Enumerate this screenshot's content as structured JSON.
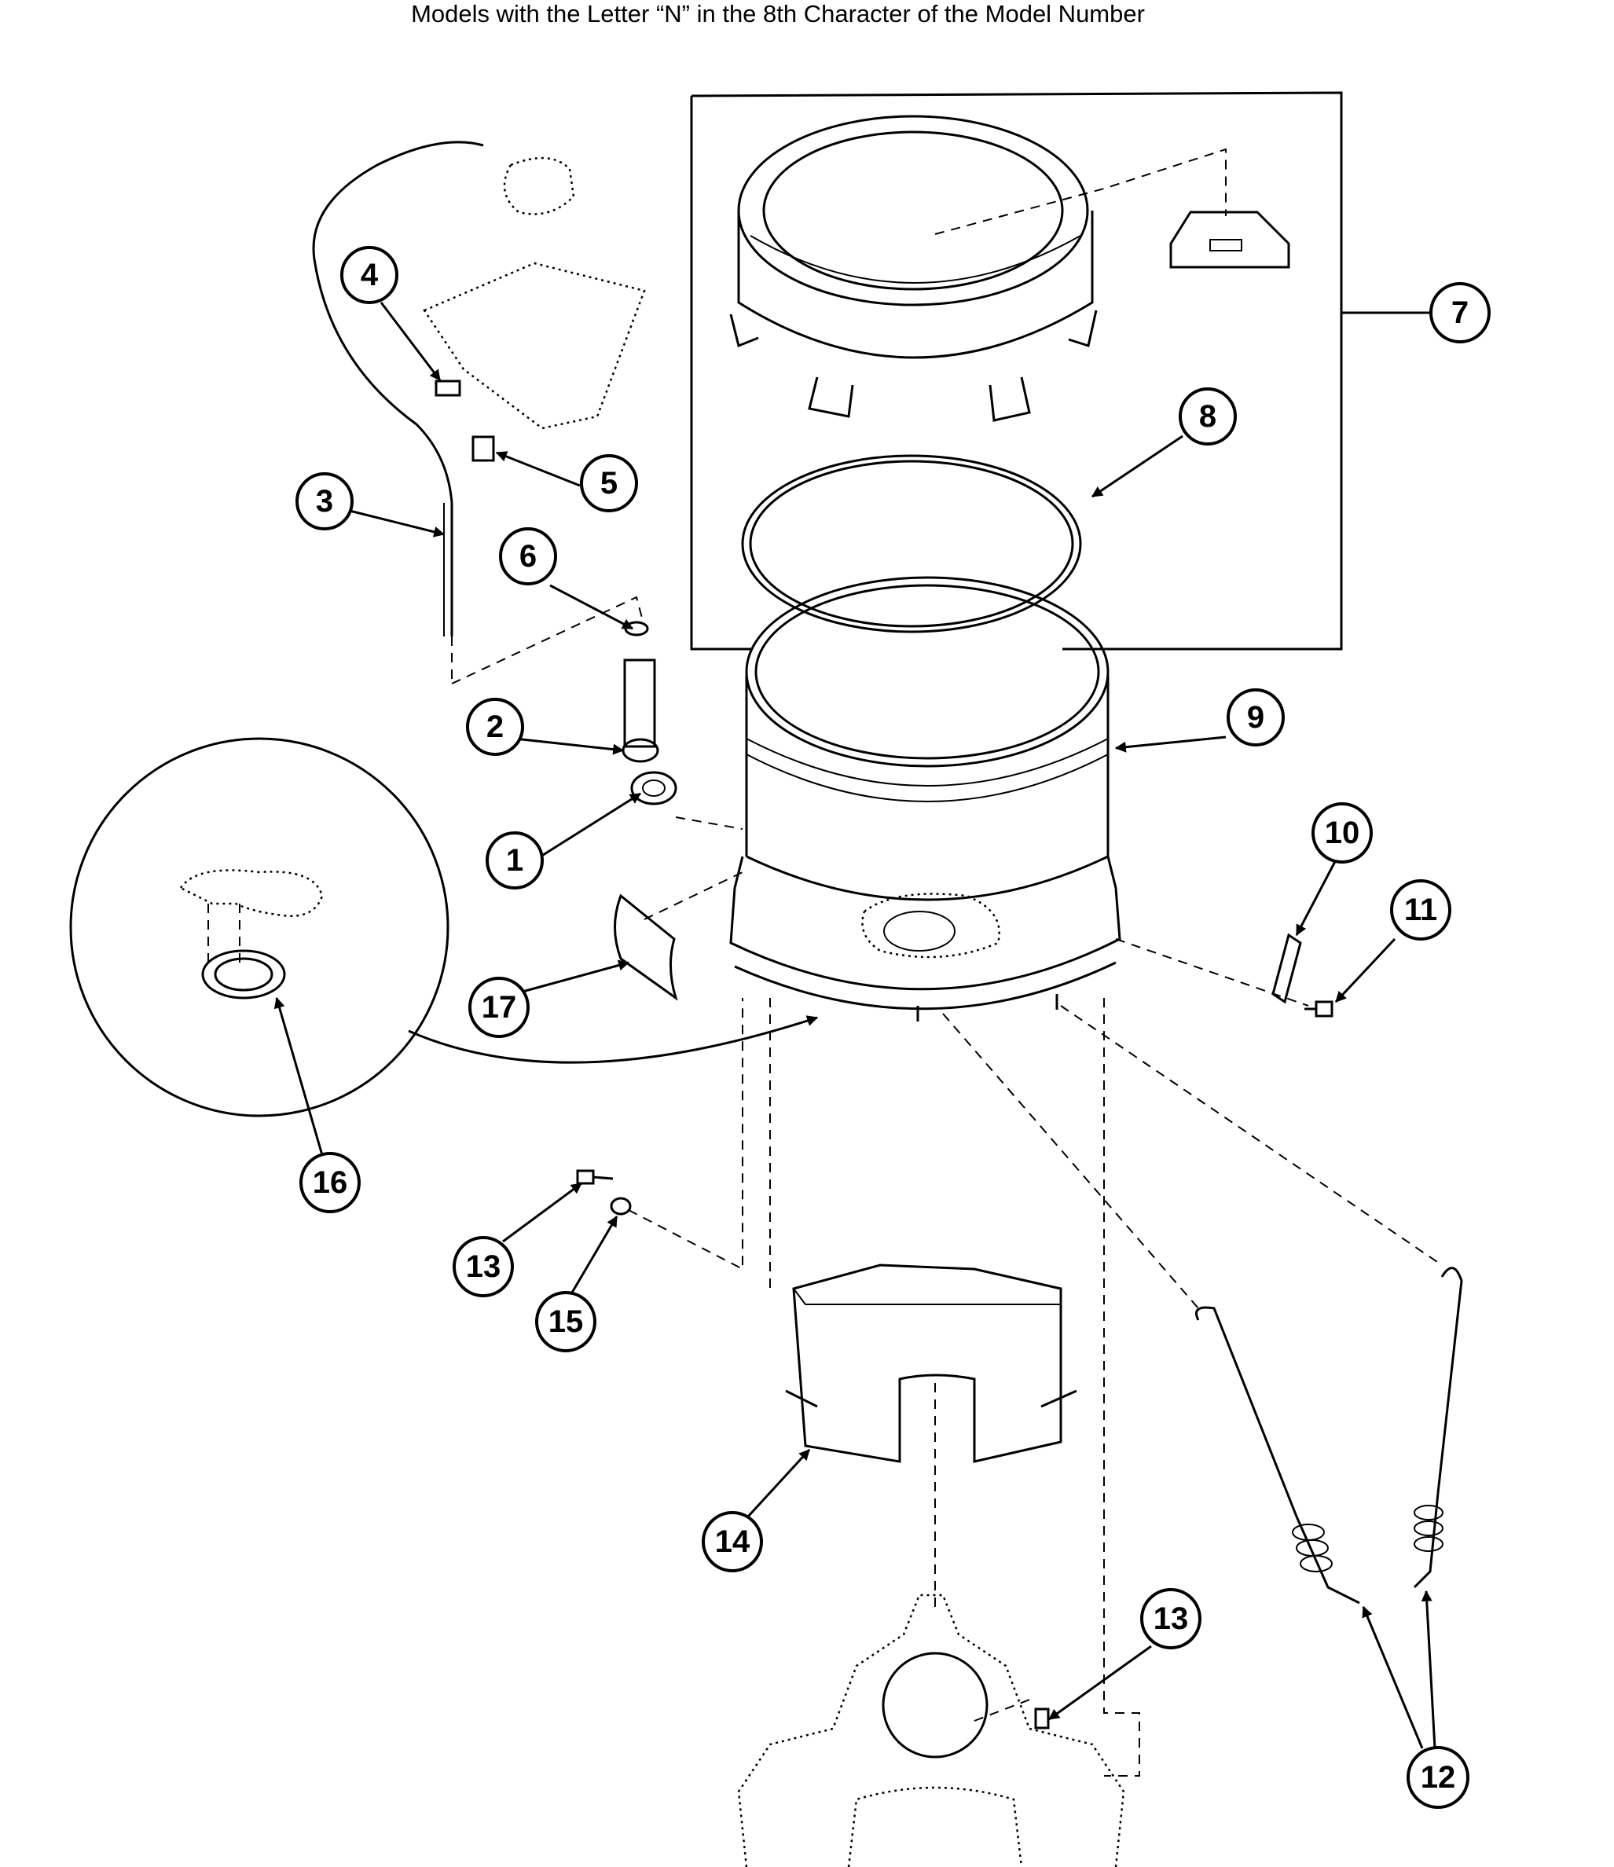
{
  "title": "Models with the Letter “N” in the 8th Character of the Model Number",
  "callouts": [
    "1",
    "2",
    "3",
    "4",
    "5",
    "6",
    "7",
    "8",
    "9",
    "10",
    "11",
    "12",
    "13",
    "14",
    "15",
    "16",
    "17"
  ],
  "callout_13_repeat": "13"
}
